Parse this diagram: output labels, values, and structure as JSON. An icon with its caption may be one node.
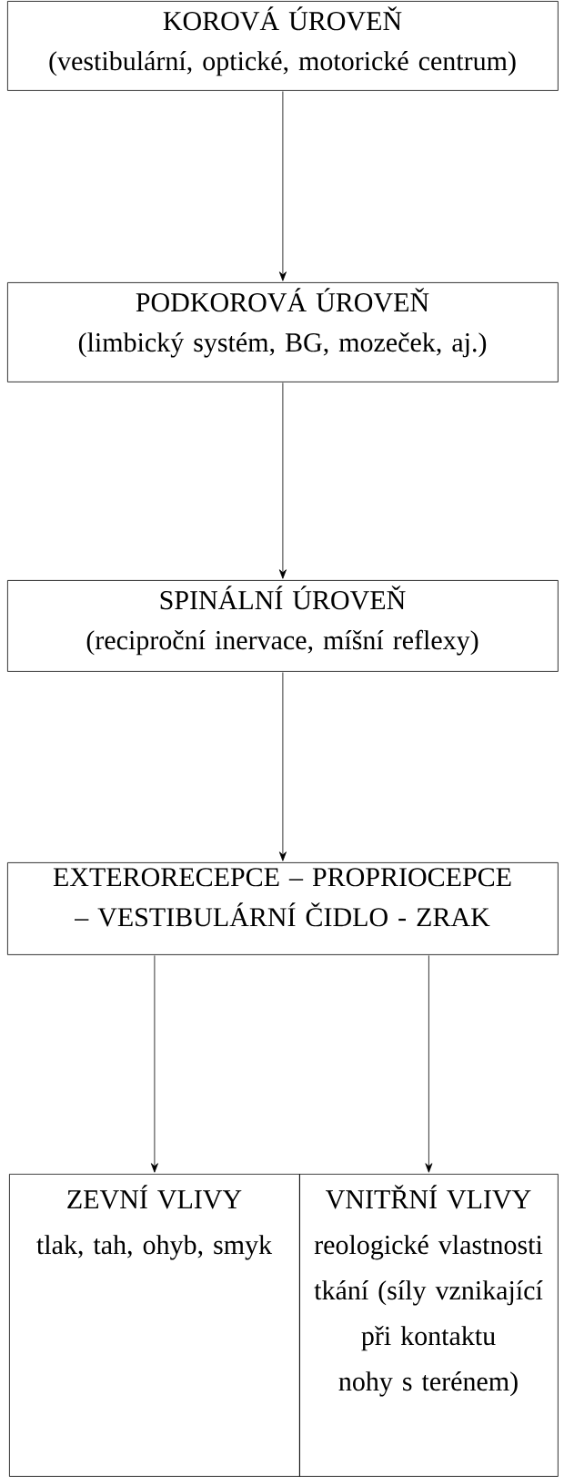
{
  "diagram": {
    "nodes": [
      {
        "text": [
          "KOROVÁ ÚROVEŇ",
          "(vestibulární, optické, motorické centrum)"
        ]
      },
      {
        "text": [
          "PODKOROVÁ ÚROVEŇ",
          "(limbický systém, BG, mozeček, aj.)"
        ]
      },
      {
        "text": [
          "SPINÁLNÍ ÚROVEŇ",
          "(reciproční inervace, míšní reflexy)"
        ]
      },
      {
        "text": [
          "EXTERORECEPCE – PROPRIOCEPCE – VESTIBULÁRNÍ ČIDLO - ZRAK"
        ]
      },
      {
        "text": [
          "ZEVNÍ VLIVY",
          "tlak, tah, ohyb, smyk"
        ]
      },
      {
        "text": [
          "VNITŘNÍ VLIVY",
          "reologické vlastnosti tkání (síly vznikající při kontaktu nohy s terénem)"
        ]
      }
    ],
    "edges": [
      {
        "from": 0,
        "to": 1,
        "arrow": "to"
      },
      {
        "from": 1,
        "to": 2,
        "arrow": "to"
      },
      {
        "from": 2,
        "to": 3,
        "arrow": "to"
      },
      {
        "from": 3,
        "to": 4,
        "arrow": "to"
      },
      {
        "from": 3,
        "to": 5,
        "arrow": "to"
      }
    ]
  }
}
